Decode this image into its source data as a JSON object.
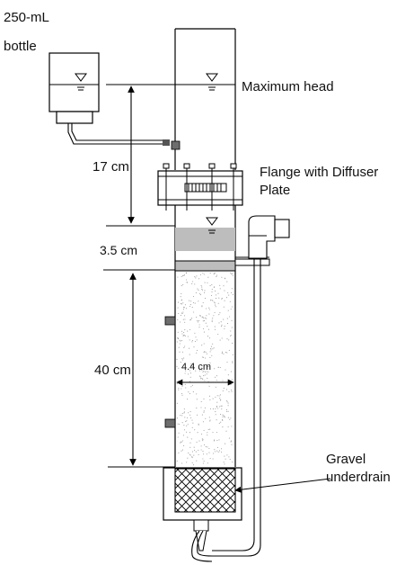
{
  "labels": {
    "bottle_line1": "250-mL",
    "bottle_line2": "bottle",
    "max_head": "Maximum head",
    "dim_head": "17 cm",
    "flange_line1": "Flange with Diffuser",
    "flange_line2": "Plate",
    "dim_water": "3.5 cm",
    "dim_media": "40 cm",
    "dim_diameter": "4.4 cm",
    "gravel_line1": "Gravel",
    "gravel_line2": "underdrain"
  },
  "colors": {
    "line": "#000000",
    "water_band": "#bdbdbd",
    "port": "#6d6d6d",
    "sand_dot": "#9a9a9a"
  }
}
